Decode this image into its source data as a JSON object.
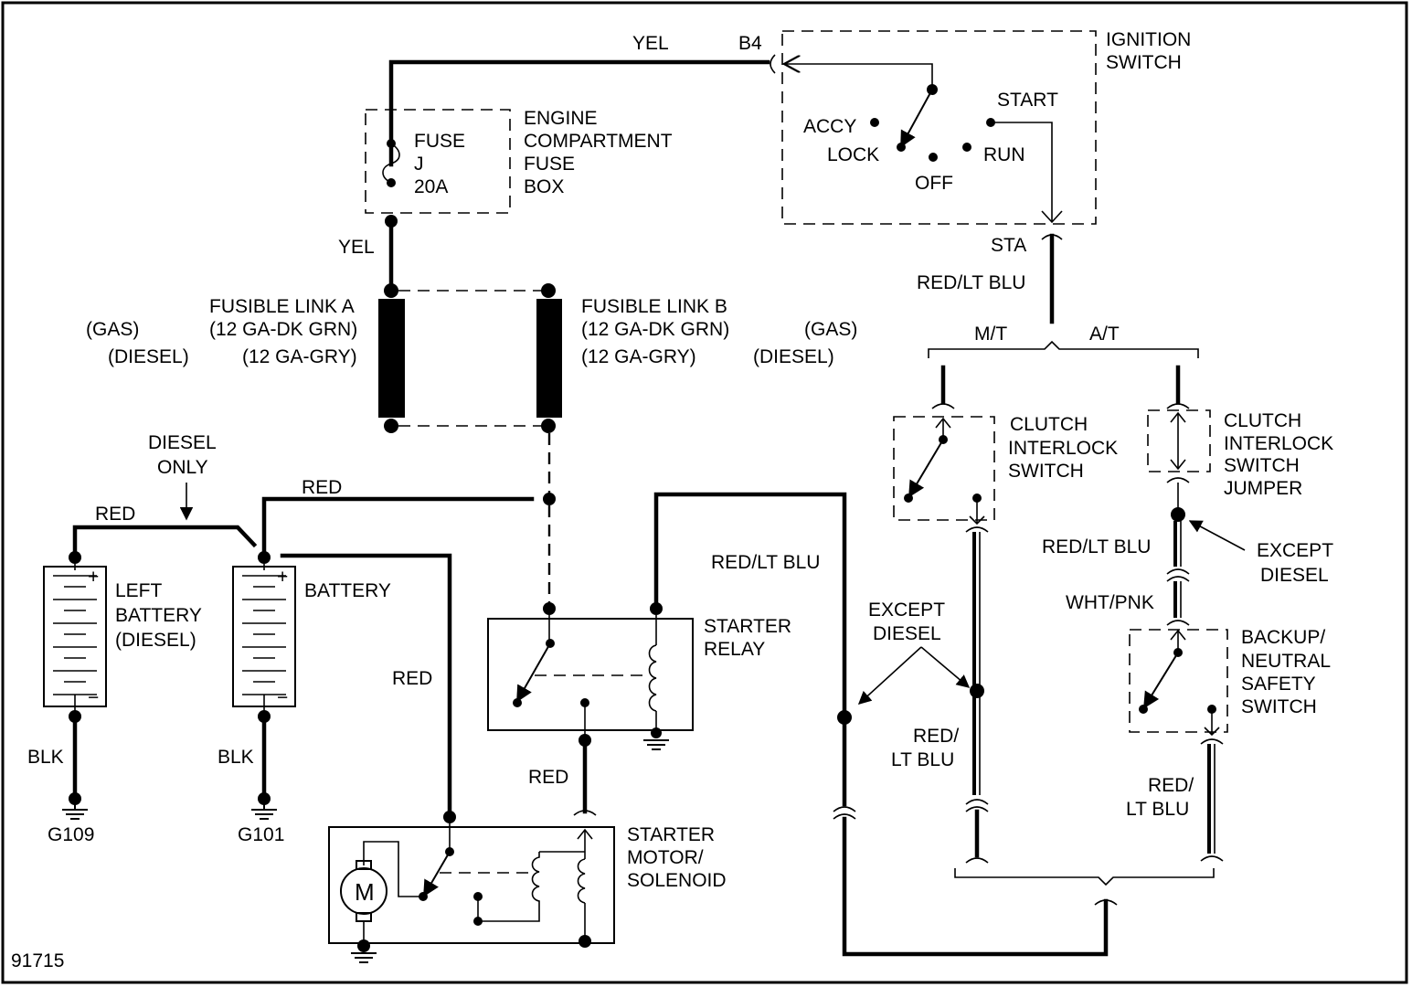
{
  "diagram_id": "91715",
  "labels": {
    "yel_top": "YEL",
    "b4": "B4",
    "ignition_switch": [
      "IGNITION",
      "SWITCH"
    ],
    "accy": "ACCY",
    "lock": "LOCK",
    "off": "OFF",
    "run": "RUN",
    "start": "START",
    "sta": "STA",
    "red_lt_blu_sta": "RED/LT BLU",
    "mt": "M/T",
    "at": "A/T",
    "fuse": [
      "FUSE",
      "J",
      "20A"
    ],
    "engine_fuse_box": [
      "ENGINE",
      "COMPARTMENT",
      "FUSE",
      "BOX"
    ],
    "yel_mid": "YEL",
    "fusible_link_a": [
      "FUSIBLE LINK A",
      "(12 GA-DK GRN)",
      "(12 GA-GRY)"
    ],
    "fusible_link_b": [
      "FUSIBLE LINK B",
      "(12 GA-DK GRN)",
      "(12 GA-GRY)"
    ],
    "gas_left": "(GAS)",
    "diesel_left": "(DIESEL)",
    "gas_right": "(GAS)",
    "diesel_right": "(DIESEL)",
    "diesel_only": [
      "DIESEL",
      "ONLY"
    ],
    "red_left": "RED",
    "red_top": "RED",
    "left_battery": [
      "LEFT",
      "BATTERY",
      "(DIESEL)"
    ],
    "battery": "BATTERY",
    "red_vertical": "RED",
    "blk_left": "BLK",
    "blk_right": "BLK",
    "g109": "G109",
    "g101": "G101",
    "starter_relay": [
      "STARTER",
      "RELAY"
    ],
    "red_lt_blu_mid": "RED/LT BLU",
    "red_relay": "RED",
    "starter_motor": [
      "STARTER",
      "MOTOR/",
      "SOLENOID"
    ],
    "motor_m": "M",
    "clutch_interlock_switch": [
      "CLUTCH",
      "INTERLOCK",
      "SWITCH"
    ],
    "clutch_jumper": [
      "CLUTCH",
      "INTERLOCK",
      "SWITCH",
      "JUMPER"
    ],
    "red_lt_blu_right": "RED/LT BLU",
    "except_diesel_right": [
      "EXCEPT",
      "DIESEL"
    ],
    "wht_pnk": "WHT/PNK",
    "except_diesel_mid": [
      "EXCEPT",
      "DIESEL"
    ],
    "backup_switch": [
      "BACKUP/",
      "NEUTRAL",
      "SAFETY",
      "SWITCH"
    ],
    "red_lt_blu_lower_mid": [
      "RED/",
      "LT BLU"
    ],
    "red_lt_blu_lower_right": [
      "RED/",
      "LT BLU"
    ],
    "plus": "+",
    "minus": "−"
  }
}
